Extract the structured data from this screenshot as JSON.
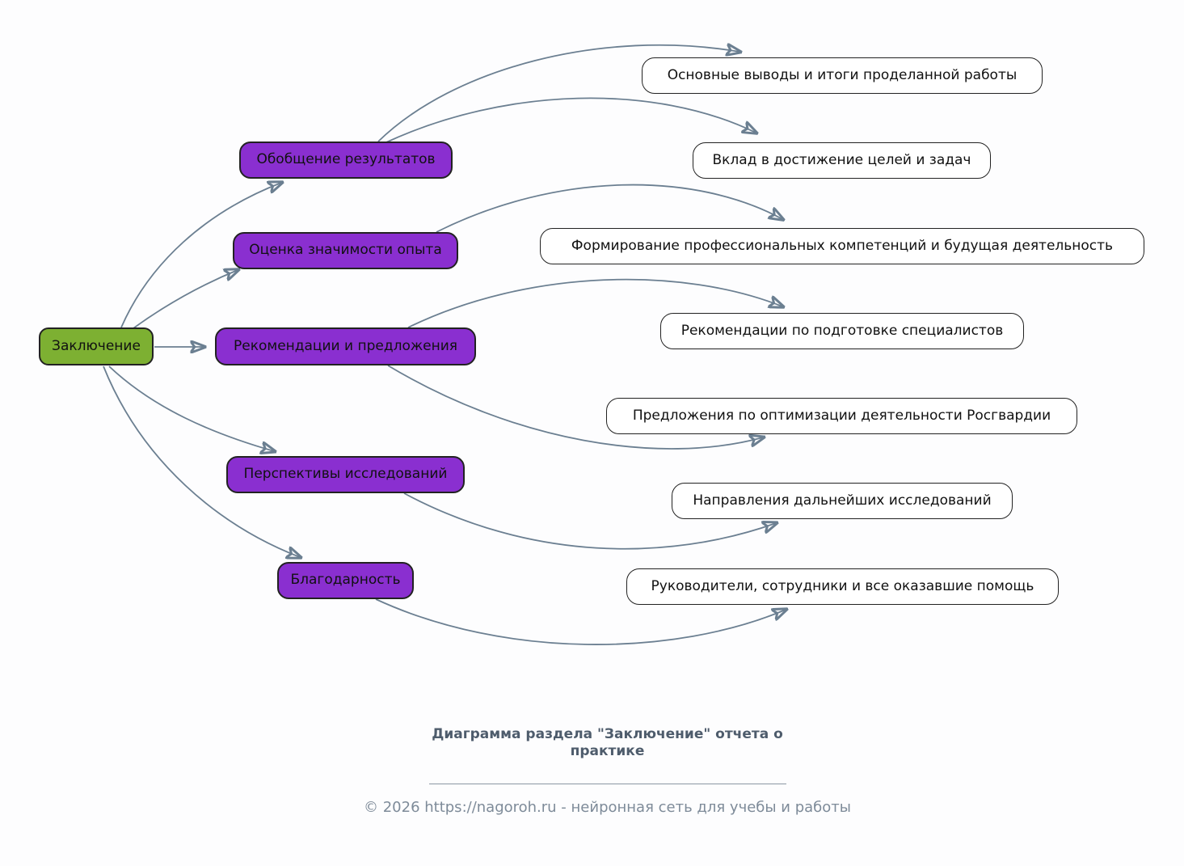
{
  "theme": {
    "page-bg": "#fdfdfe",
    "root-fill": "#7db032",
    "branch-fill": "#8a2fd0",
    "leaf-fill": "#ffffff",
    "edge-color": "#6b7f91",
    "caption-color": "#4e5c6c",
    "copyright-color": "#7e8b99"
  },
  "diagram": {
    "root": {
      "label": "Заключение"
    },
    "branches": [
      {
        "label": "Обобщение результатов"
      },
      {
        "label": "Оценка значимости опыта"
      },
      {
        "label": "Рекомендации и предложения"
      },
      {
        "label": "Перспективы исследований"
      },
      {
        "label": "Благодарность"
      }
    ],
    "leaves": [
      {
        "label": "Основные выводы и итоги проделанной работы"
      },
      {
        "label": "Вклад в достижение целей и задач"
      },
      {
        "label": "Формирование профессиональных компетенций и будущая деятельность"
      },
      {
        "label": "Рекомендации по подготовке специалистов"
      },
      {
        "label": "Предложения по оптимизации деятельности Росгвардии"
      },
      {
        "label": "Направления дальнейших исследований"
      },
      {
        "label": "Руководители, сотрудники и все оказавшие помощь"
      }
    ]
  },
  "footer": {
    "title": "Диаграмма раздела \"Заключение\" отчета о практике",
    "copyright": "© 2026 https://nagoroh.ru - нейронная сеть для учебы и работы"
  }
}
